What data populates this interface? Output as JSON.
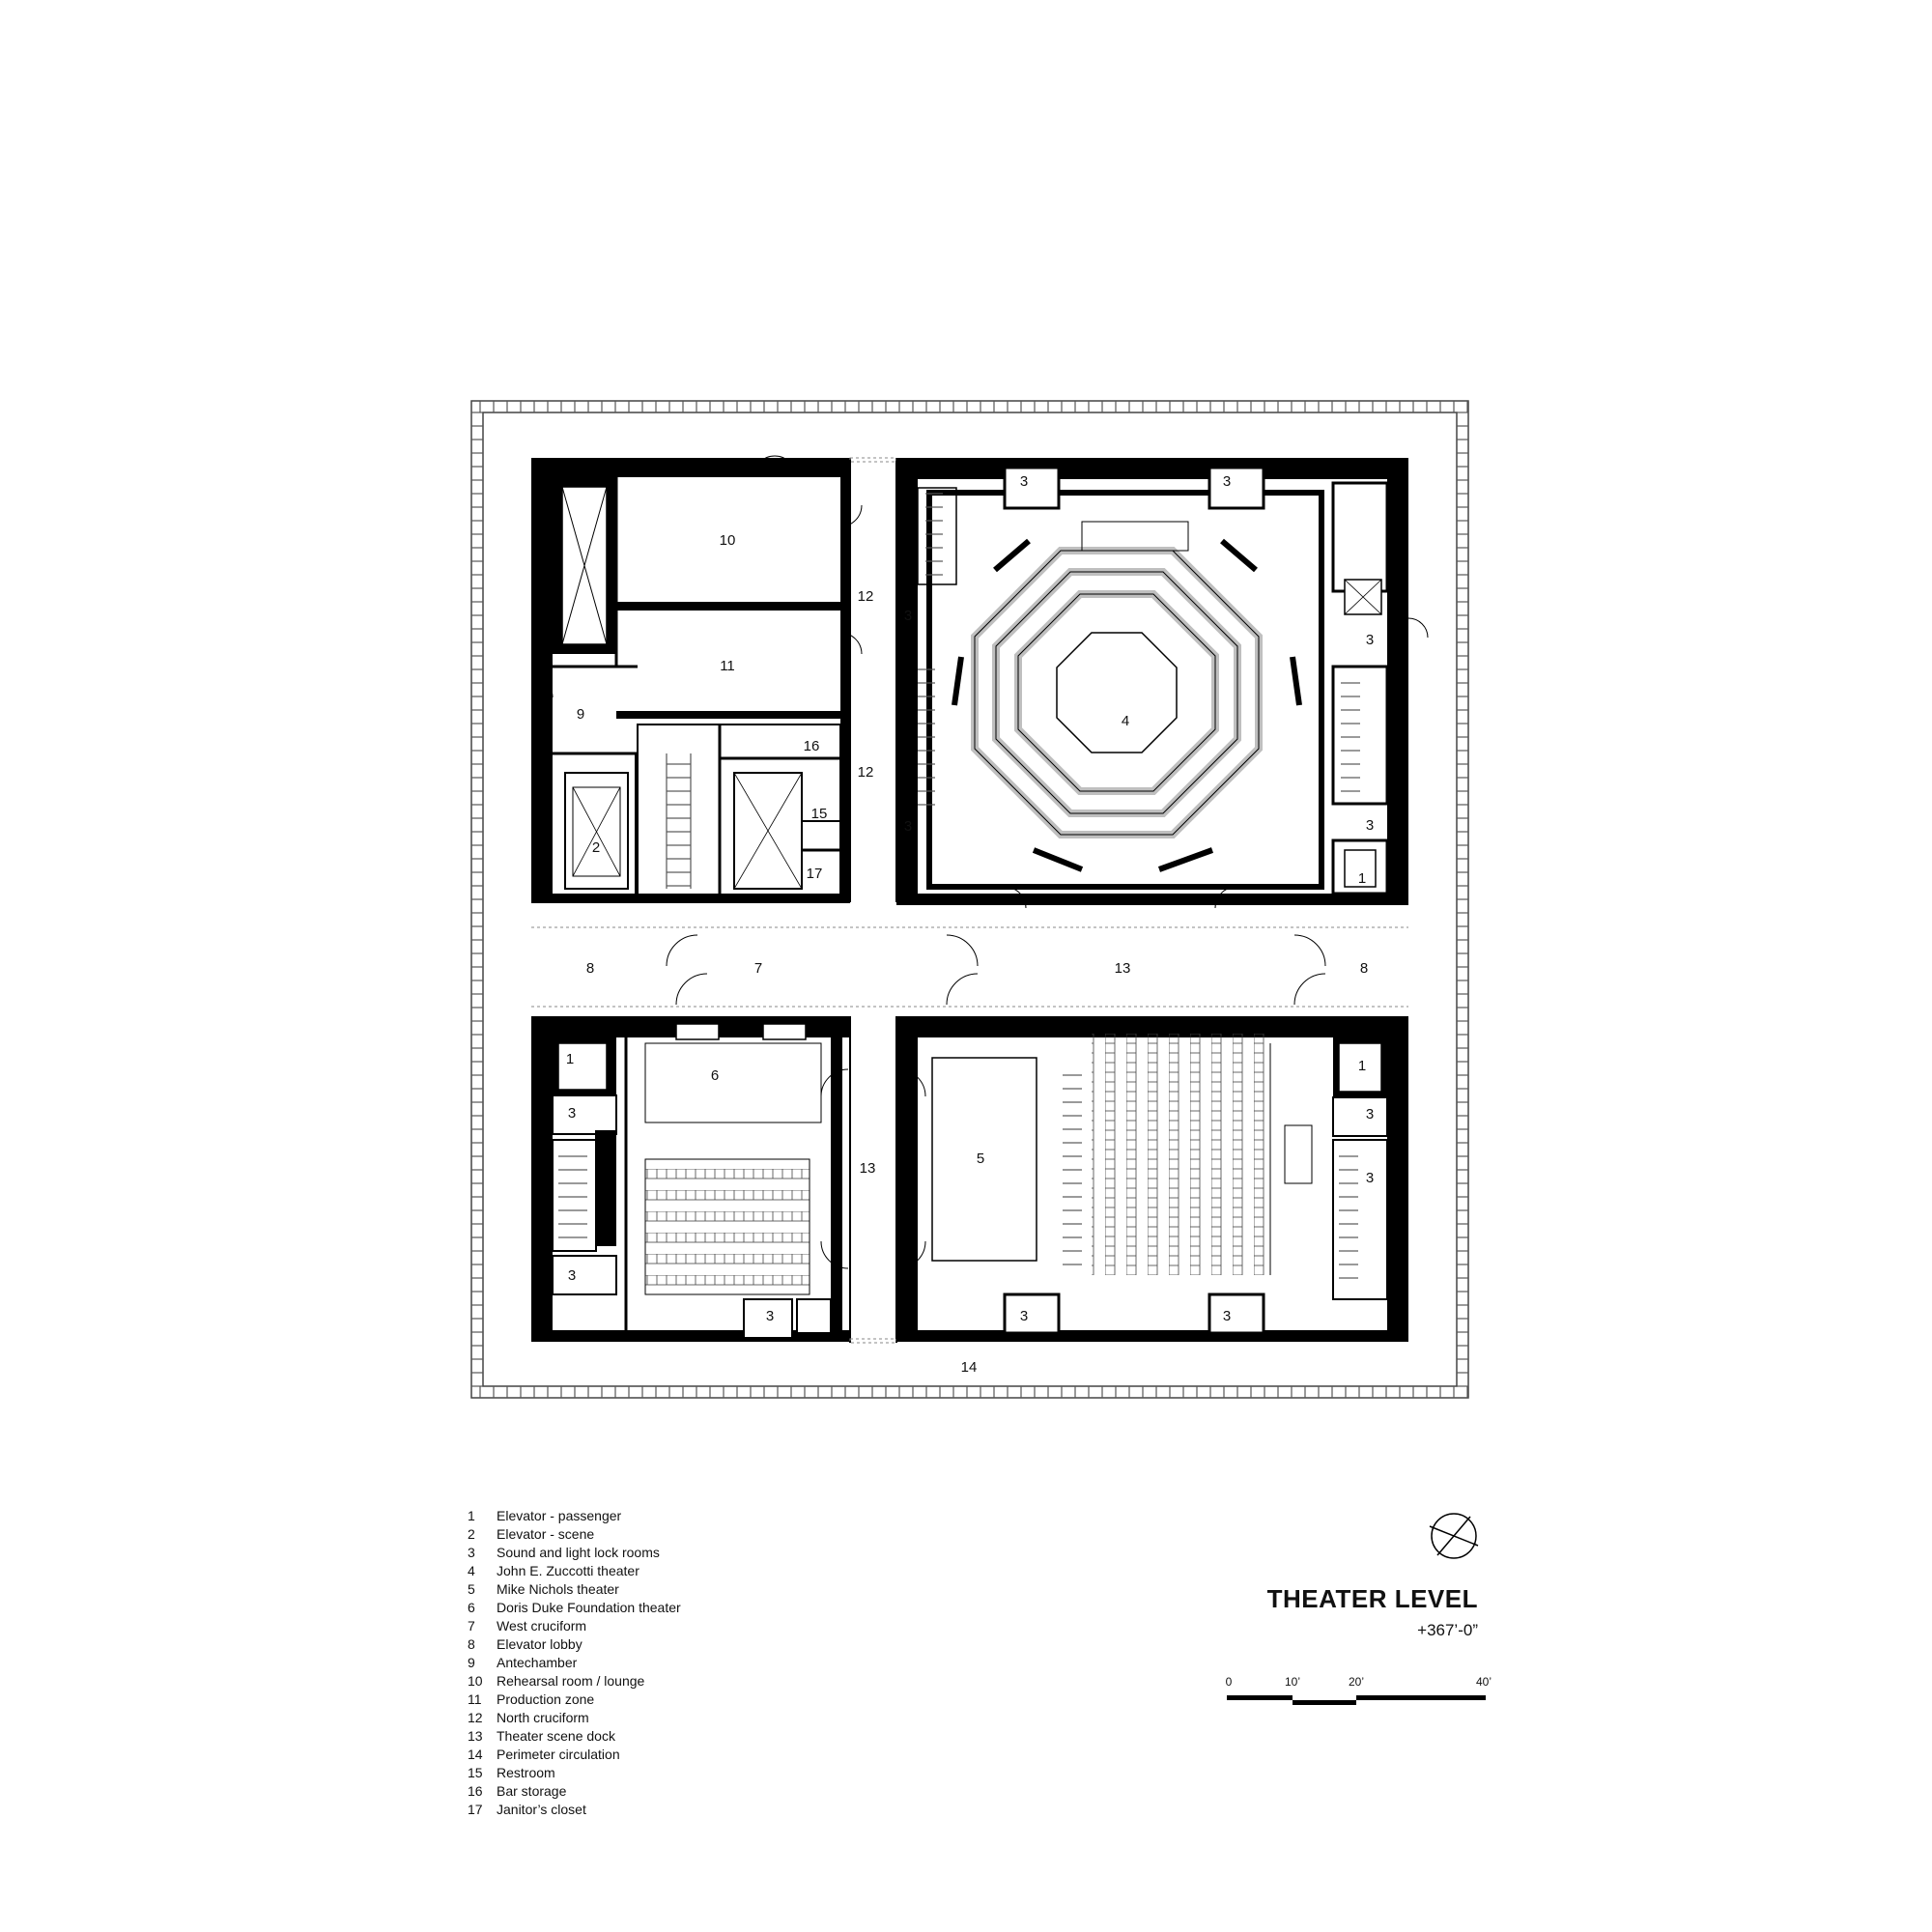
{
  "rooms": {
    "r10": "10",
    "r11": "11",
    "r9": "9",
    "r2": "2",
    "r16": "16",
    "r15": "15",
    "r17": "17",
    "r12a": "12",
    "r12b": "12",
    "r4": "4",
    "r3_nw1": "3",
    "r3_nw2": "3",
    "r3_e1": "3",
    "r3_e2": "3",
    "r3_w1": "3",
    "r3_w2": "3",
    "r1_e": "1",
    "r8_w": "8",
    "r7": "7",
    "r13_h": "13",
    "r8_e": "8",
    "r1_sw": "1",
    "r6": "6",
    "r3_sw1": "3",
    "r3_sw2": "3",
    "r3_sw3": "3",
    "r13_v": "13",
    "r5": "5",
    "r1_se": "1",
    "r3_se1": "3",
    "r3_se2": "3",
    "r3_s1": "3",
    "r3_s2": "3",
    "r14": "14"
  },
  "legend": [
    {
      "num": "1",
      "label": "Elevator - passenger"
    },
    {
      "num": "2",
      "label": "Elevator - scene"
    },
    {
      "num": "3",
      "label": "Sound and light lock rooms"
    },
    {
      "num": "4",
      "label": "John E. Zuccotti theater"
    },
    {
      "num": "5",
      "label": "Mike Nichols theater"
    },
    {
      "num": "6",
      "label": "Doris Duke Foundation theater"
    },
    {
      "num": "7",
      "label": "West cruciform"
    },
    {
      "num": "8",
      "label": "Elevator lobby"
    },
    {
      "num": "9",
      "label": "Antechamber"
    },
    {
      "num": "10",
      "label": "Rehearsal room / lounge"
    },
    {
      "num": "11",
      "label": "Production zone"
    },
    {
      "num": "12",
      "label": "North cruciform"
    },
    {
      "num": "13",
      "label": "Theater scene dock"
    },
    {
      "num": "14",
      "label": "Perimeter circulation"
    },
    {
      "num": "15",
      "label": "Restroom"
    },
    {
      "num": "16",
      "label": "Bar storage"
    },
    {
      "num": "17",
      "label": "Janitor’s closet"
    }
  ],
  "title": "THEATER LEVEL",
  "elevation": "+367’-0”",
  "scale": {
    "t0": "0",
    "t1": "10’",
    "t2": "20’",
    "t3": "40’"
  },
  "icons": {
    "north": "north-arrow-icon"
  }
}
